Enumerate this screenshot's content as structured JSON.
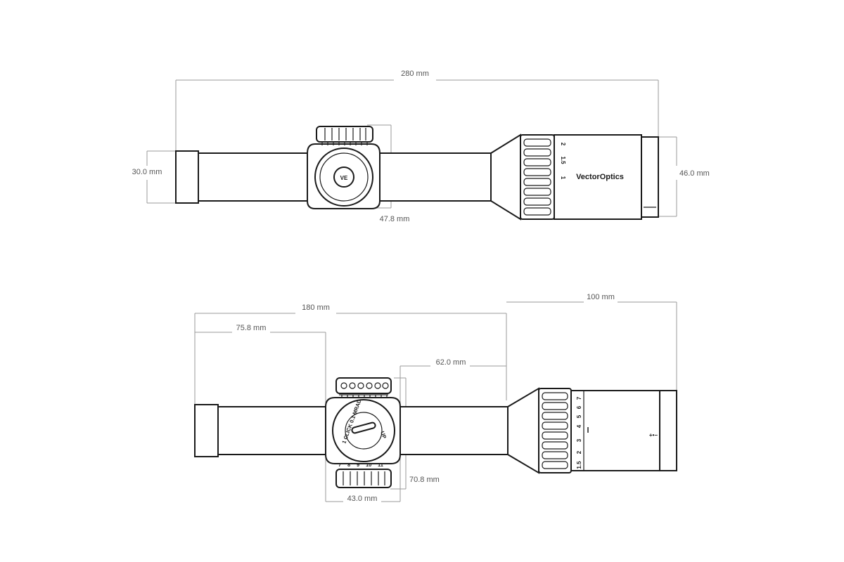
{
  "brand": "VectorOptics",
  "top_view": {
    "dims": {
      "length": "280 mm",
      "tube_diameter": "30.0 mm",
      "objective_diameter": "46.0 mm",
      "turret_height": "47.8 mm"
    },
    "magnification_marks": [
      "2",
      "1.5",
      "1"
    ],
    "logo_monogram": "VE"
  },
  "side_view": {
    "dims": {
      "length_to_objective": "180 mm",
      "eyepiece_to_turret": "75.8 mm",
      "turret_to_objective": "62.0 mm",
      "objective_length": "100 mm",
      "turret_height": "70.8 mm",
      "turret_width": "43.0 mm"
    },
    "magnification_marks": [
      "1.5",
      "2",
      "3",
      "4",
      "5",
      "6",
      "7"
    ],
    "turret_labels": {
      "click": "1 CLICK 0.1 MRAD",
      "up": "UP",
      "illumination": [
        "7",
        "8",
        "9",
        "10",
        "11"
      ]
    },
    "parallax_mark": "+•−"
  }
}
